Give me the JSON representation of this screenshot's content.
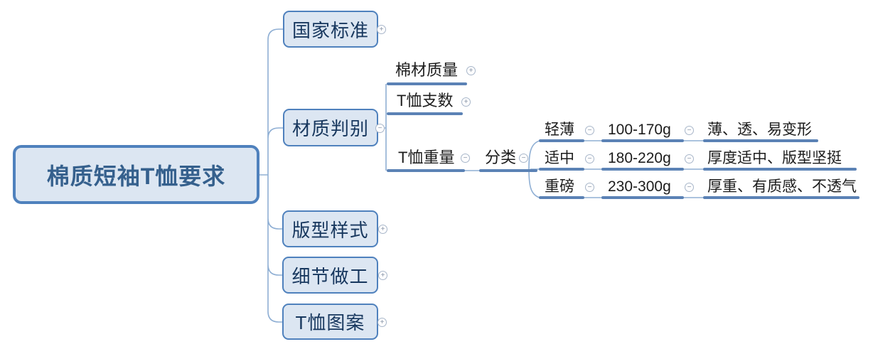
{
  "colors": {
    "node_fill": "#dce6f2",
    "node_border": "#4f81bd",
    "node_text": "#17375e",
    "root_text": "#35608d",
    "connector_line": "#8fafd4",
    "underline": "#5b82b5",
    "plain_text": "#1c1c1c"
  },
  "icons": {
    "plus": "+",
    "minus": "−"
  },
  "root": {
    "label": "棉质短袖T恤要求"
  },
  "branches": [
    {
      "label": "国家标准",
      "expander": "plus"
    },
    {
      "label": "材质判别",
      "expander": "minus",
      "children": [
        {
          "label": "棉材质量",
          "expander": "plus"
        },
        {
          "label": "T恤支数",
          "expander": "plus"
        },
        {
          "label": "T恤重量",
          "expander": "minus",
          "next": {
            "label": "分类",
            "expander": "minus",
            "rows": [
              {
                "name": "轻薄",
                "range": "100-170g",
                "desc": "薄、透、易变形"
              },
              {
                "name": "适中",
                "range": "180-220g",
                "desc": "厚度适中、版型坚挺"
              },
              {
                "name": "重磅",
                "range": "230-300g",
                "desc": "厚重、有质感、不透气"
              }
            ]
          }
        }
      ]
    },
    {
      "label": "版型样式",
      "expander": "plus"
    },
    {
      "label": "细节做工",
      "expander": "plus"
    },
    {
      "label": "T恤图案",
      "expander": "plus"
    }
  ]
}
